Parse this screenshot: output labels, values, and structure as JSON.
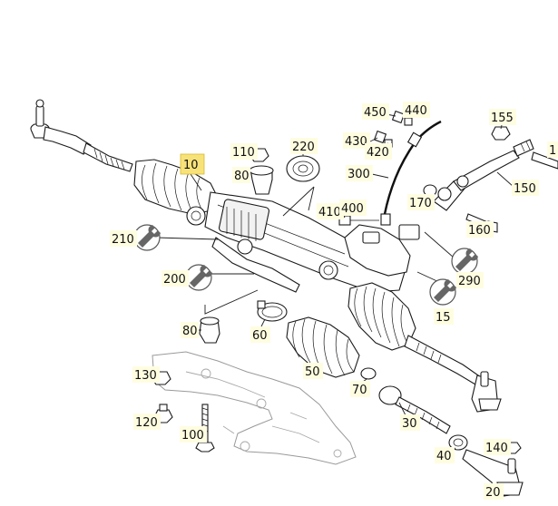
{
  "diagram": {
    "highlighted_part": "10",
    "parts": [
      {
        "id": "p10",
        "label": "10",
        "highlight": true
      },
      {
        "id": "p110",
        "label": "110"
      },
      {
        "id": "p80a",
        "label": "80"
      },
      {
        "id": "p220",
        "label": "220"
      },
      {
        "id": "p450",
        "label": "450"
      },
      {
        "id": "p440",
        "label": "440"
      },
      {
        "id": "p430",
        "label": "430"
      },
      {
        "id": "p420",
        "label": "420"
      },
      {
        "id": "p300",
        "label": "300"
      },
      {
        "id": "p155",
        "label": "155"
      },
      {
        "id": "p1",
        "label": "1"
      },
      {
        "id": "p150",
        "label": "150"
      },
      {
        "id": "p170",
        "label": "170"
      },
      {
        "id": "p160",
        "label": "160"
      },
      {
        "id": "p410",
        "label": "410"
      },
      {
        "id": "p400",
        "label": "400"
      },
      {
        "id": "p210",
        "label": "210"
      },
      {
        "id": "p200",
        "label": "200"
      },
      {
        "id": "p290",
        "label": "290"
      },
      {
        "id": "p15",
        "label": "15"
      },
      {
        "id": "p80b",
        "label": "80"
      },
      {
        "id": "p60",
        "label": "60"
      },
      {
        "id": "p50",
        "label": "50"
      },
      {
        "id": "p70",
        "label": "70"
      },
      {
        "id": "p130",
        "label": "130"
      },
      {
        "id": "p120",
        "label": "120"
      },
      {
        "id": "p100",
        "label": "100"
      },
      {
        "id": "p30",
        "label": "30"
      },
      {
        "id": "p40",
        "label": "40"
      },
      {
        "id": "p140",
        "label": "140"
      },
      {
        "id": "p20",
        "label": "20"
      }
    ],
    "tool_icons": [
      "wrench-icon-210",
      "wrench-icon-200",
      "wrench-icon-290",
      "wrench-icon-15"
    ]
  }
}
